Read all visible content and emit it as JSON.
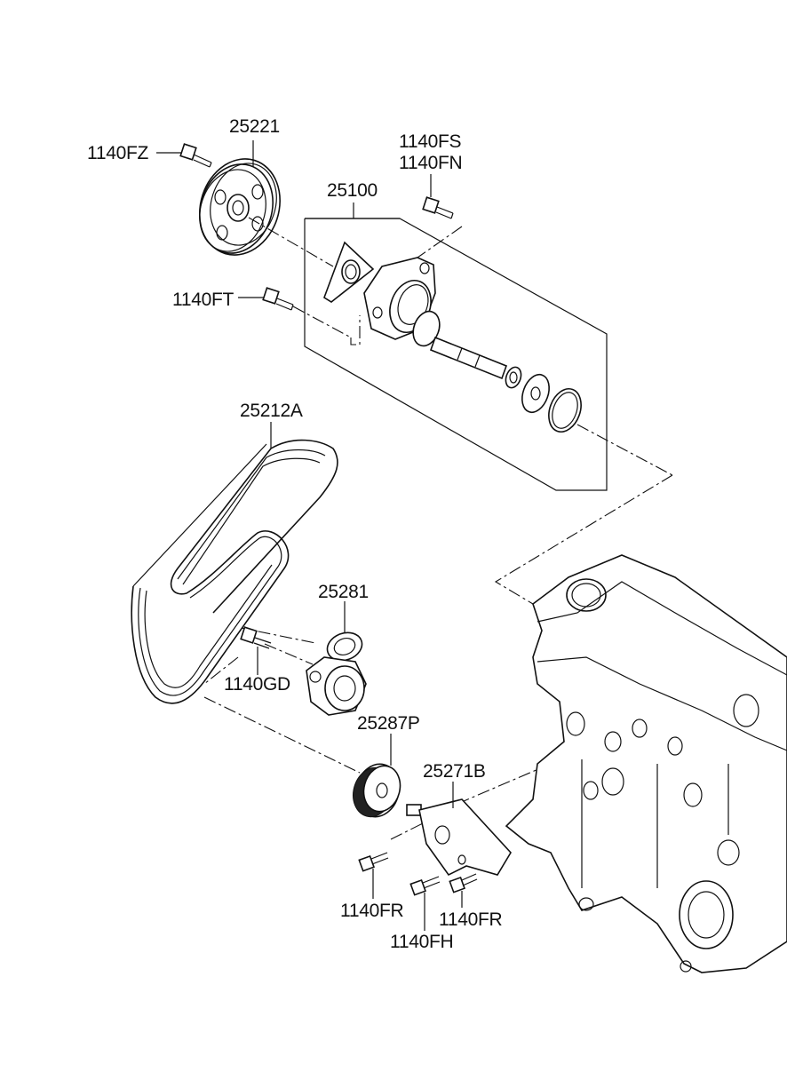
{
  "diagram": {
    "parts": {
      "p25221": "25221",
      "p1140FZ": "1140FZ",
      "p1140FS": "1140FS",
      "p1140FN": "1140FN",
      "p25100": "25100",
      "p1140FT": "1140FT",
      "p25212A": "25212A",
      "p25281": "25281",
      "p1140GD": "1140GD",
      "p25287P": "25287P",
      "p25271B": "25271B",
      "p1140FR_a": "1140FR",
      "p1140FH": "1140FH",
      "p1140FR_b": "1140FR"
    }
  }
}
